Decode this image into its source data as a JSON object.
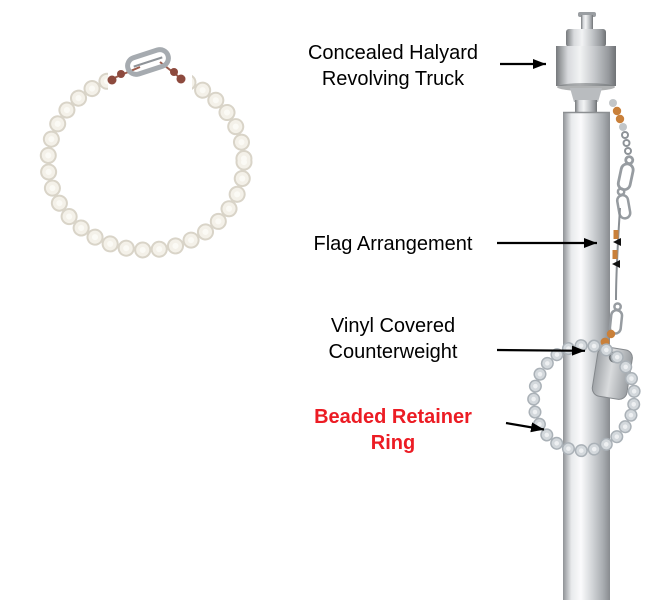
{
  "title": "Concealed halyard flagpole diagram",
  "labels": {
    "truck": {
      "line1": "Concealed Halyard",
      "line2": "Revolving Truck"
    },
    "flag": {
      "line1": "Flag Arrangement"
    },
    "counterweight": {
      "line1": "Vinyl Covered",
      "line2": "Counterweight"
    },
    "retainer": {
      "line1": "Beaded Retainer",
      "line2": "Ring"
    }
  },
  "colors": {
    "label_text": "#000000",
    "retainer_label_text": "#ec1c24",
    "arrow": "#000000",
    "pole_metal_mid": "#fbfbfc",
    "pole_metal_edge": "#888b8f",
    "bead_white": "#f4f1e9",
    "bead_gray_blue": "#d3d8dc",
    "bead_orange": "#c9803a",
    "crimp_red_brown": "#8d4a3e",
    "counterweight_gray": "#b0b4b8"
  }
}
